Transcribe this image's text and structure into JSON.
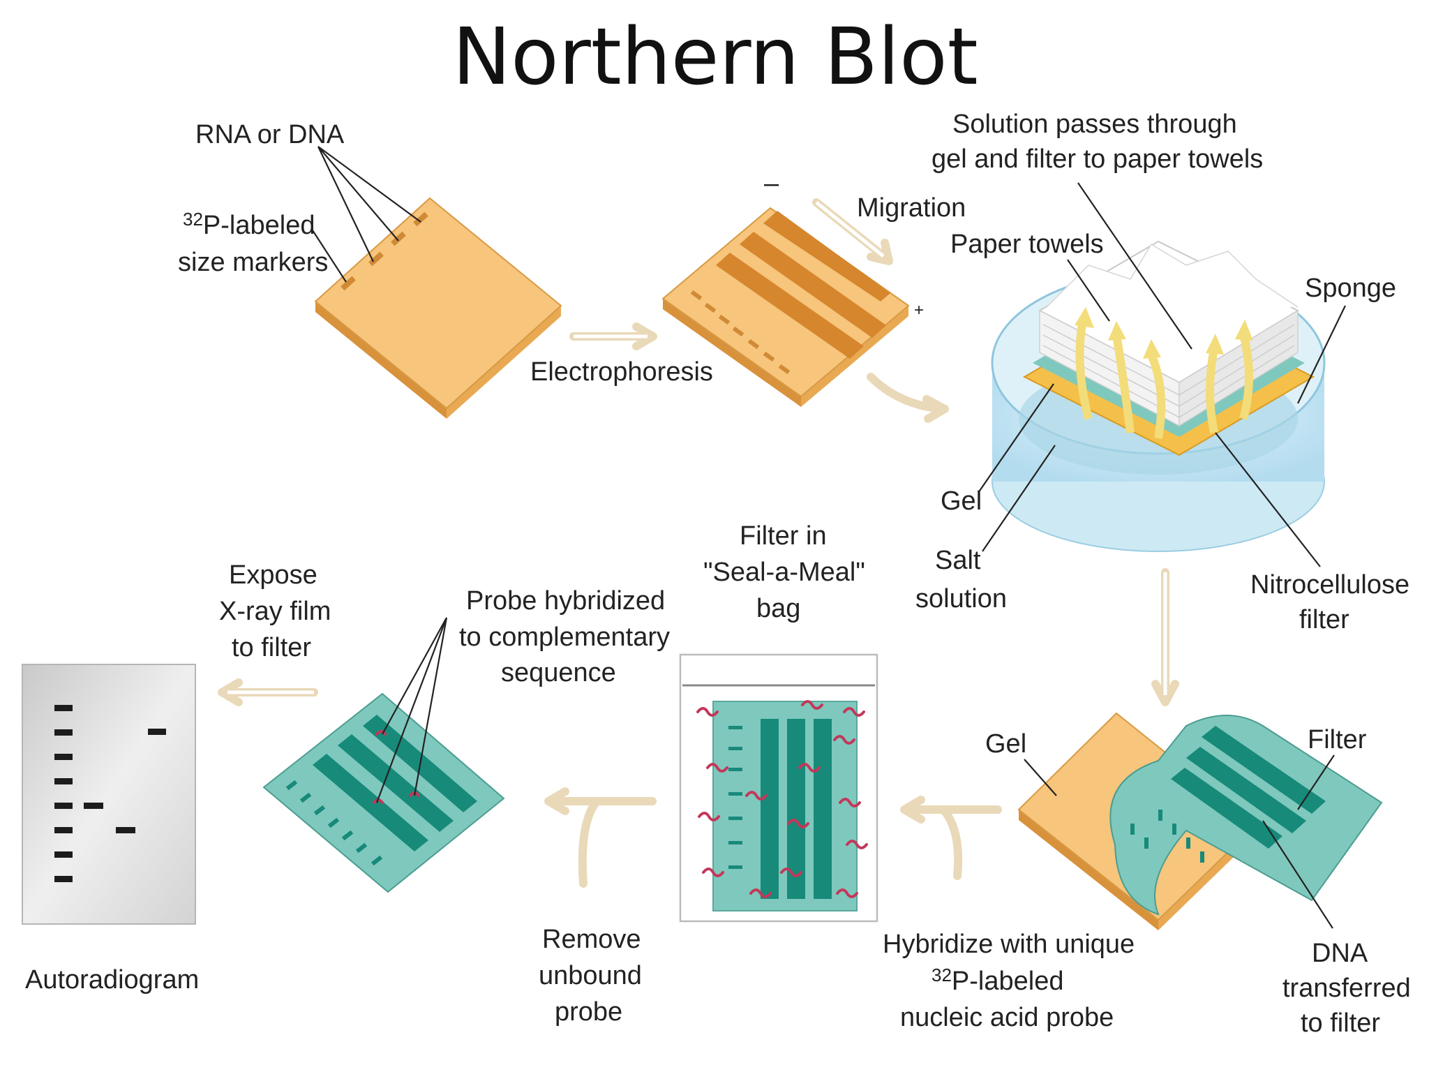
{
  "title": "Northern Blot",
  "labels": {
    "rna_or_dna": "RNA or DNA",
    "size_markers_prefix": "32",
    "size_markers_line1": "P-labeled",
    "size_markers_line2": "size markers",
    "electrophoresis": "Electrophoresis",
    "migration": "Migration",
    "minus": "–",
    "plus": "+",
    "solution_line1": "Solution passes through",
    "solution_line2": "gel and filter to paper towels",
    "paper_towels": "Paper towels",
    "sponge": "Sponge",
    "gel_top": "Gel",
    "salt_line1": "Salt",
    "salt_line2": "solution",
    "nitro_line1": "Nitrocellulose",
    "nitro_line2": "filter",
    "gel_bottom": "Gel",
    "filter": "Filter",
    "dna_line1": "DNA",
    "dna_line2": "transferred",
    "dna_line3": "to filter",
    "hybridize_line1": "Hybridize with unique",
    "hybridize_line2_prefix": "32",
    "hybridize_line2": "P-labeled",
    "hybridize_line3": "nucleic acid probe",
    "bag_line1": "Filter in",
    "bag_line2": "\"Seal-a-Meal\"",
    "bag_line3": "bag",
    "remove_line1": "Remove",
    "remove_line2": "unbound",
    "remove_line3": "probe",
    "probe_line1": "Probe hybridized",
    "probe_line2": "to complementary",
    "probe_line3": "sequence",
    "expose_line1": "Expose",
    "expose_line2": "X-ray film",
    "expose_line3": "to filter",
    "autoradiogram": "Autoradiogram"
  },
  "colors": {
    "gel": "#f7c57c",
    "gel_band": "#d6862d",
    "filter_teal": "#7fc8bd",
    "filter_band": "#178a7a",
    "probe": "#c2385a",
    "arrow": "#e9d9b8",
    "film": "#dcdcdc"
  }
}
